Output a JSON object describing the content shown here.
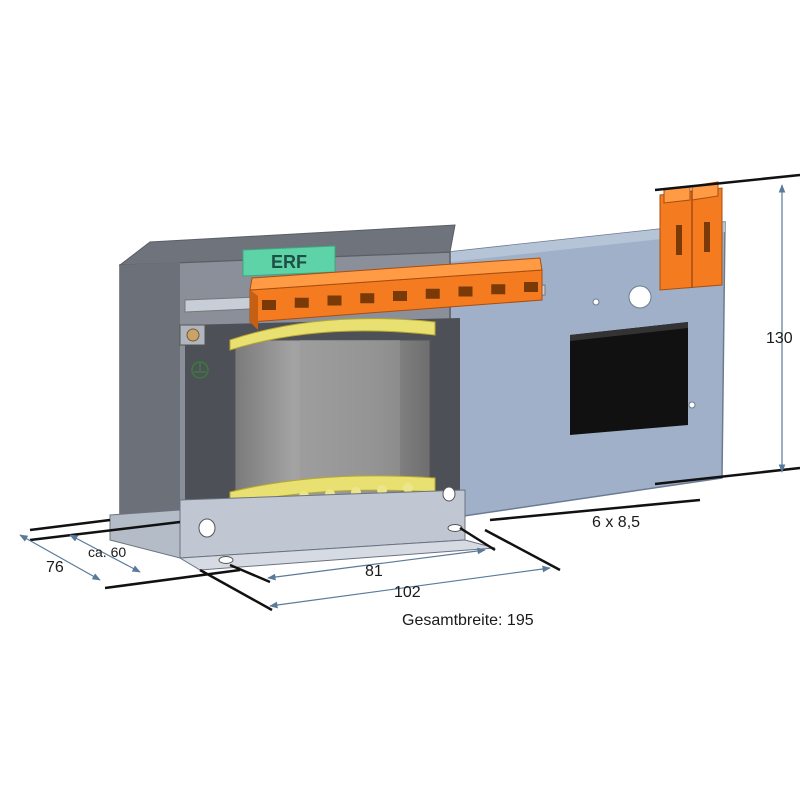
{
  "dimensions": {
    "height": "130",
    "holes": "6 x 8,5",
    "depth_a": "76",
    "depth_b": "ca. 60",
    "hole_spacing_a": "81",
    "hole_spacing_b": "102",
    "total_width": "Gesamtbreite: 195"
  },
  "logo_text": "ERF",
  "colors": {
    "housing_grey": "#8a8f99",
    "panel_blue": "#9fb0c8",
    "terminal_orange": "#f47b20",
    "coil_yellow": "#e8e070",
    "core_grey": "#8c8c8c",
    "logo_green": "#5fd3a8"
  }
}
